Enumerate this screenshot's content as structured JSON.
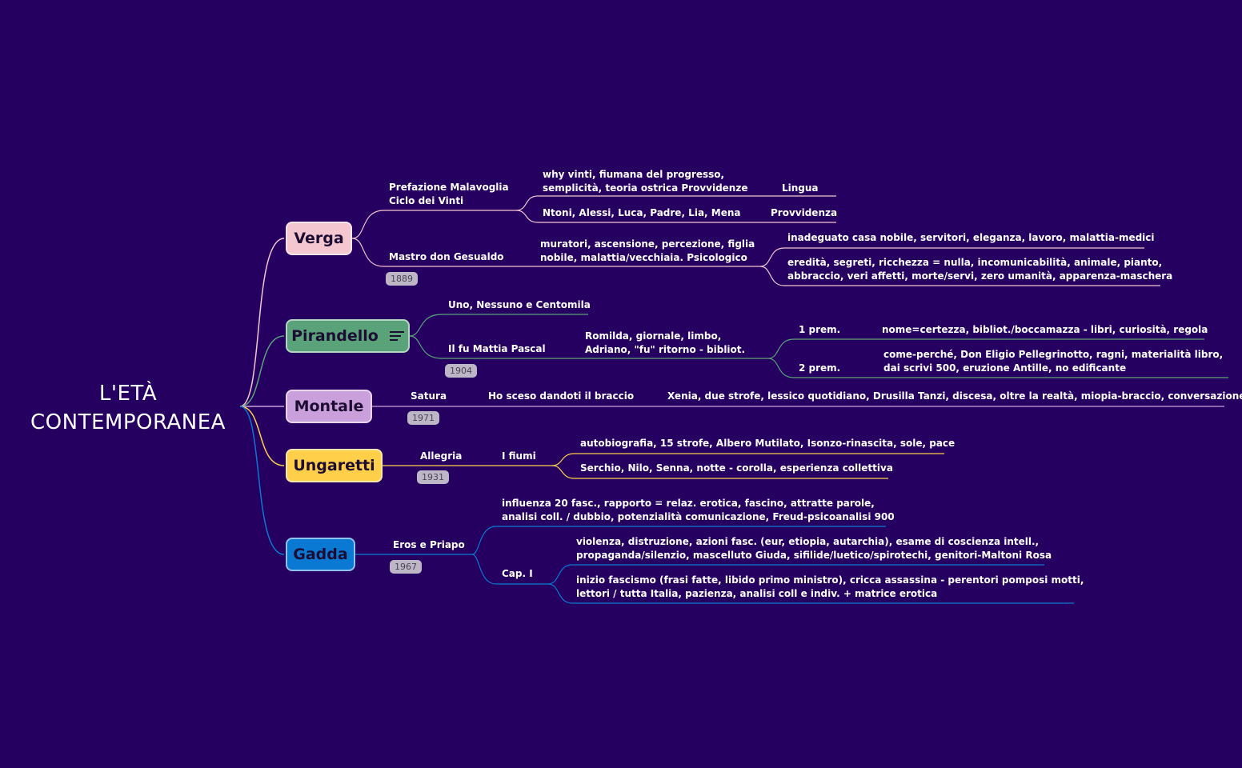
{
  "root": {
    "line1": "L'ETÀ",
    "line2": "CONTEMPORANEA"
  },
  "colors": {
    "background": "#250060",
    "verga": "#f4c6d0",
    "pirandello": "#5aa37a",
    "montale": "#c9a0dc",
    "ungaretti": "#ffcf4a",
    "gadda": "#0a79d4"
  },
  "branches": {
    "verga": {
      "name": "Verga",
      "works": {
        "prefazione": {
          "title_1": "Prefazione Malavoglia",
          "title_2": "Ciclo dei Vinti",
          "sub_a_1": "why vinti, fiumana del progresso,",
          "sub_a_2": "semplicità, teoria ostrica Provvidenze",
          "sub_a_leaf": "Lingua",
          "sub_b": "Ntoni, Alessi, Luca, Padre, Lia, Mena",
          "sub_b_leaf": "Provvidenza"
        },
        "mastro": {
          "title": "Mastro don Gesualdo",
          "year": "1889",
          "sub_1": "muratori, ascensione, percezione, figlia",
          "sub_2": "nobile, malattia/vecchiaia. Psicologico",
          "leaf_a": "inadeguato casa nobile, servitori, eleganza, lavoro, malattia-medici",
          "leaf_b_1": "eredità, segreti, ricchezza = nulla, incomunicabilità, animale, pianto,",
          "leaf_b_2": "abbraccio, veri affetti, morte/servi, zero umanità, apparenza-maschera"
        }
      }
    },
    "pirandello": {
      "name": "Pirandello",
      "works": {
        "uno": {
          "title": "Uno, Nessuno e Centomila"
        },
        "fu": {
          "title": "Il fu Mattia Pascal",
          "year": "1904",
          "sub_1": "Romilda, giornale, limbo,",
          "sub_2": "Adriano, \"fu\" ritorno - bibliot.",
          "prem1": "1 prem.",
          "prem1_leaf": "nome=certezza, bibliot./boccamazza - libri, curiosità, regola",
          "prem2": "2 prem.",
          "prem2_leaf_1": "come-perché, Don Eligio Pellegrinotto, ragni, materialità libro,",
          "prem2_leaf_2": "dai scrivi 500, eruzione Antille, no edificante"
        }
      }
    },
    "montale": {
      "name": "Montale",
      "works": {
        "satura": {
          "title": "Satura",
          "year": "1971",
          "sub": "Ho sceso dandoti il braccio",
          "leaf": "Xenia, due strofe, lessico quotidiano, Drusilla Tanzi, discesa, oltre la realtà, miopia-braccio, conversazione"
        }
      }
    },
    "ungaretti": {
      "name": "Ungaretti",
      "works": {
        "allegria": {
          "title": "Allegria",
          "year": "1931",
          "sub": "I fiumi",
          "leaf_a": "autobiografia, 15 strofe, Albero Mutilato, Isonzo-rinascita, sole, pace",
          "leaf_b": "Serchio, Nilo, Senna, notte - corolla, esperienza collettiva"
        }
      }
    },
    "gadda": {
      "name": "Gadda",
      "works": {
        "eros": {
          "title": "Eros e Priapo",
          "year": "1967",
          "sub_a_1": "influenza 20 fasc., rapporto = relaz. erotica, fascino, attratte parole,",
          "sub_a_2": "analisi coll. / dubbio, potenzialità comunicazione, Freud-psicoanalisi 900",
          "cap": "Cap. I",
          "cap_a_1": "violenza, distruzione, azioni fasc. (eur, etiopia, autarchia), esame di coscienza intell.,",
          "cap_a_2": "propaganda/silenzio, mascelluto Giuda, sifilide/luetico/spirotechi, genitori-Maltoni Rosa",
          "cap_b_1": "inizio fascismo (frasi fatte, libido primo ministro), cricca assassina - perentori pomposi motti,",
          "cap_b_2": "lettori / tutta Italia, pazienza, analisi coll e indiv. + matrice erotica"
        }
      }
    }
  }
}
